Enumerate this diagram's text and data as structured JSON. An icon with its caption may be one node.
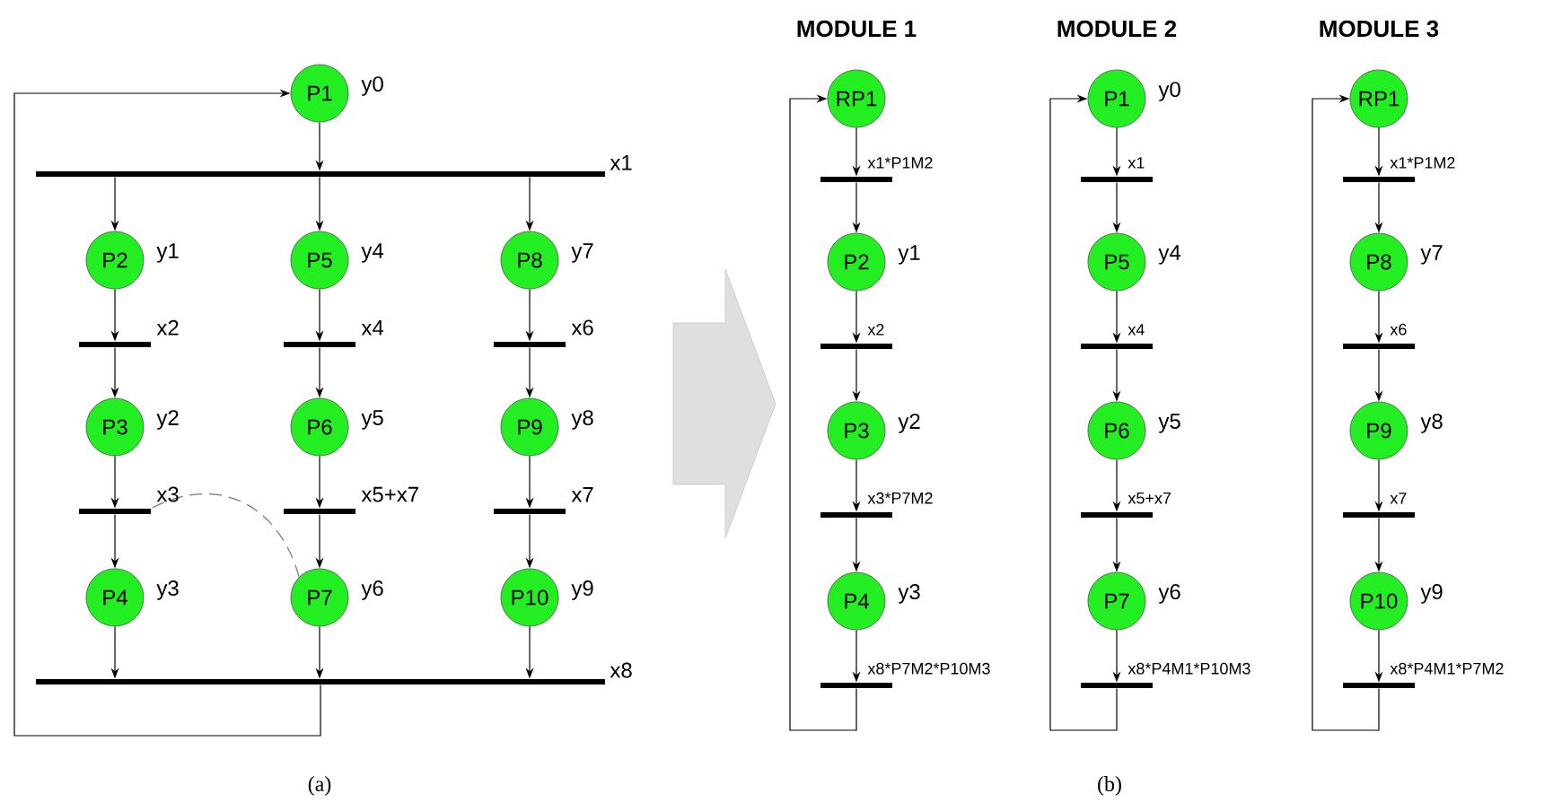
{
  "diagram": {
    "nodes": [
      {
        "text": [
          "P1"
        ],
        "beside": [
          "y0"
        ]
      },
      {
        "text": [],
        "shape": "bar",
        "beside": [
          "x1"
        ]
      },
      {
        "text": [
          "P2"
        ],
        "beside": [
          "y1"
        ]
      },
      {
        "text": [],
        "shape": "bar",
        "beside": [
          "x2"
        ]
      },
      {
        "text": [
          "P3"
        ],
        "beside": [
          "y2"
        ]
      },
      {
        "text": [],
        "shape": "bar",
        "beside": [
          "x3"
        ]
      },
      {
        "text": [
          "P4"
        ],
        "beside": [
          "y3"
        ]
      },
      {
        "text": [
          "P5"
        ],
        "beside": [
          "y4"
        ]
      },
      {
        "text": [],
        "shape": "bar",
        "beside": [
          "x4"
        ]
      },
      {
        "text": [
          "P6"
        ],
        "beside": [
          "y5"
        ]
      },
      {
        "text": [],
        "shape": "bar",
        "beside": [
          "x5+x7"
        ]
      },
      {
        "text": [
          "P7"
        ],
        "beside": [
          "y6"
        ]
      },
      {
        "text": [
          "P8"
        ],
        "beside": [
          "y7"
        ]
      },
      {
        "text": [],
        "shape": "bar",
        "beside": [
          "x6"
        ]
      },
      {
        "text": [
          "P9"
        ],
        "beside": [
          "y8"
        ]
      },
      {
        "text": [],
        "shape": "bar",
        "beside": [
          "x7"
        ]
      },
      {
        "text": [
          "P10"
        ],
        "beside": [
          "y9"
        ]
      },
      {
        "text": [],
        "shape": "bar",
        "beside": [
          "x8"
        ]
      },
      {
        "text": [
          "RP1"
        ]
      },
      {
        "text": [],
        "shape": "bar",
        "beside": [
          "x1*P1M2"
        ]
      },
      {
        "text": [
          "P2"
        ],
        "beside": [
          "y1"
        ]
      },
      {
        "text": [],
        "shape": "bar",
        "beside": [
          "x2"
        ]
      },
      {
        "text": [
          "P3"
        ],
        "beside": [
          "y2"
        ]
      },
      {
        "text": [],
        "shape": "bar",
        "beside": [
          "x3*P7M2"
        ]
      },
      {
        "text": [
          "P4"
        ],
        "beside": [
          "y3"
        ]
      },
      {
        "text": [],
        "shape": "bar",
        "beside": [
          "x8*P7M2*P10M3"
        ]
      },
      {
        "text": [
          "P1"
        ],
        "beside": [
          "y0"
        ]
      },
      {
        "text": [],
        "shape": "bar",
        "beside": [
          "x1"
        ]
      },
      {
        "text": [
          "P5"
        ],
        "beside": [
          "y4"
        ]
      },
      {
        "text": [],
        "shape": "bar",
        "beside": [
          "x4"
        ]
      },
      {
        "text": [
          "P6"
        ],
        "beside": [
          "y5"
        ]
      },
      {
        "text": [],
        "shape": "bar",
        "beside": [
          "x5+x7"
        ]
      },
      {
        "text": [
          "P7"
        ],
        "beside": [
          "y6"
        ]
      },
      {
        "text": [],
        "shape": "bar",
        "beside": [
          "x8*P4M1*P10M3"
        ]
      },
      {
        "text": [
          "RP1"
        ]
      },
      {
        "text": [],
        "shape": "bar",
        "beside": [
          "x1*P1M2"
        ]
      },
      {
        "text": [
          "P8"
        ],
        "beside": [
          "y7"
        ]
      },
      {
        "text": [],
        "shape": "bar",
        "beside": [
          "x6"
        ]
      },
      {
        "text": [
          "P9"
        ],
        "beside": [
          "y8"
        ]
      },
      {
        "text": [],
        "shape": "bar",
        "beside": [
          "x7"
        ]
      },
      {
        "text": [
          "P10"
        ],
        "beside": [
          "y9"
        ]
      },
      {
        "text": [],
        "shape": "bar",
        "beside": [
          "x8*P4M1*P7M2"
        ]
      }
    ],
    "edges": [
      {
        "from": 0,
        "to": 1,
        "arrow": "to"
      },
      {
        "from": 1,
        "to": 2,
        "arrow": "to"
      },
      {
        "from": 1,
        "to": 7,
        "arrow": "to"
      },
      {
        "from": 1,
        "to": 12,
        "arrow": "to"
      },
      {
        "from": 2,
        "to": 3,
        "arrow": "to"
      },
      {
        "from": 3,
        "to": 4,
        "arrow": "to"
      },
      {
        "from": 4,
        "to": 5,
        "arrow": "to"
      },
      {
        "from": 5,
        "to": 6,
        "arrow": "to"
      },
      {
        "from": 6,
        "to": 17,
        "arrow": "to"
      },
      {
        "from": 7,
        "to": 8,
        "arrow": "to"
      },
      {
        "from": 8,
        "to": 9,
        "arrow": "to"
      },
      {
        "from": 9,
        "to": 10,
        "arrow": "to"
      },
      {
        "from": 10,
        "to": 11,
        "arrow": "to"
      },
      {
        "from": 11,
        "to": 17,
        "arrow": "to"
      },
      {
        "from": 12,
        "to": 13,
        "arrow": "to"
      },
      {
        "from": 13,
        "to": 14,
        "arrow": "to"
      },
      {
        "from": 14,
        "to": 15,
        "arrow": "to"
      },
      {
        "from": 15,
        "to": 16,
        "arrow": "to"
      },
      {
        "from": 16,
        "to": 17,
        "arrow": "to"
      },
      {
        "from": 17,
        "to": 0,
        "arrow": "to"
      },
      {
        "from": 11,
        "to": 5,
        "arrow": "none",
        "style": "dashed",
        "color": "#777777"
      },
      {
        "from": 18,
        "to": 19,
        "arrow": "to"
      },
      {
        "from": 19,
        "to": 20,
        "arrow": "to"
      },
      {
        "from": 20,
        "to": 21,
        "arrow": "to"
      },
      {
        "from": 21,
        "to": 22,
        "arrow": "to"
      },
      {
        "from": 22,
        "to": 23,
        "arrow": "to"
      },
      {
        "from": 23,
        "to": 24,
        "arrow": "to"
      },
      {
        "from": 24,
        "to": 25,
        "arrow": "to"
      },
      {
        "from": 25,
        "to": 18,
        "arrow": "to"
      },
      {
        "from": 26,
        "to": 27,
        "arrow": "to"
      },
      {
        "from": 27,
        "to": 28,
        "arrow": "to"
      },
      {
        "from": 28,
        "to": 29,
        "arrow": "to"
      },
      {
        "from": 29,
        "to": 30,
        "arrow": "to"
      },
      {
        "from": 30,
        "to": 31,
        "arrow": "to"
      },
      {
        "from": 31,
        "to": 32,
        "arrow": "to"
      },
      {
        "from": 32,
        "to": 33,
        "arrow": "to"
      },
      {
        "from": 33,
        "to": 26,
        "arrow": "to"
      },
      {
        "from": 34,
        "to": 35,
        "arrow": "to"
      },
      {
        "from": 35,
        "to": 36,
        "arrow": "to"
      },
      {
        "from": 36,
        "to": 37,
        "arrow": "to"
      },
      {
        "from": 37,
        "to": 38,
        "arrow": "to"
      },
      {
        "from": 38,
        "to": 39,
        "arrow": "to"
      },
      {
        "from": 39,
        "to": 40,
        "arrow": "to"
      },
      {
        "from": 40,
        "to": 41,
        "arrow": "to"
      },
      {
        "from": 41,
        "to": 34,
        "arrow": "to"
      }
    ],
    "labels": [
      "MODULE 1",
      "MODULE 2",
      "MODULE 3",
      "(a)",
      "(b)"
    ]
  }
}
